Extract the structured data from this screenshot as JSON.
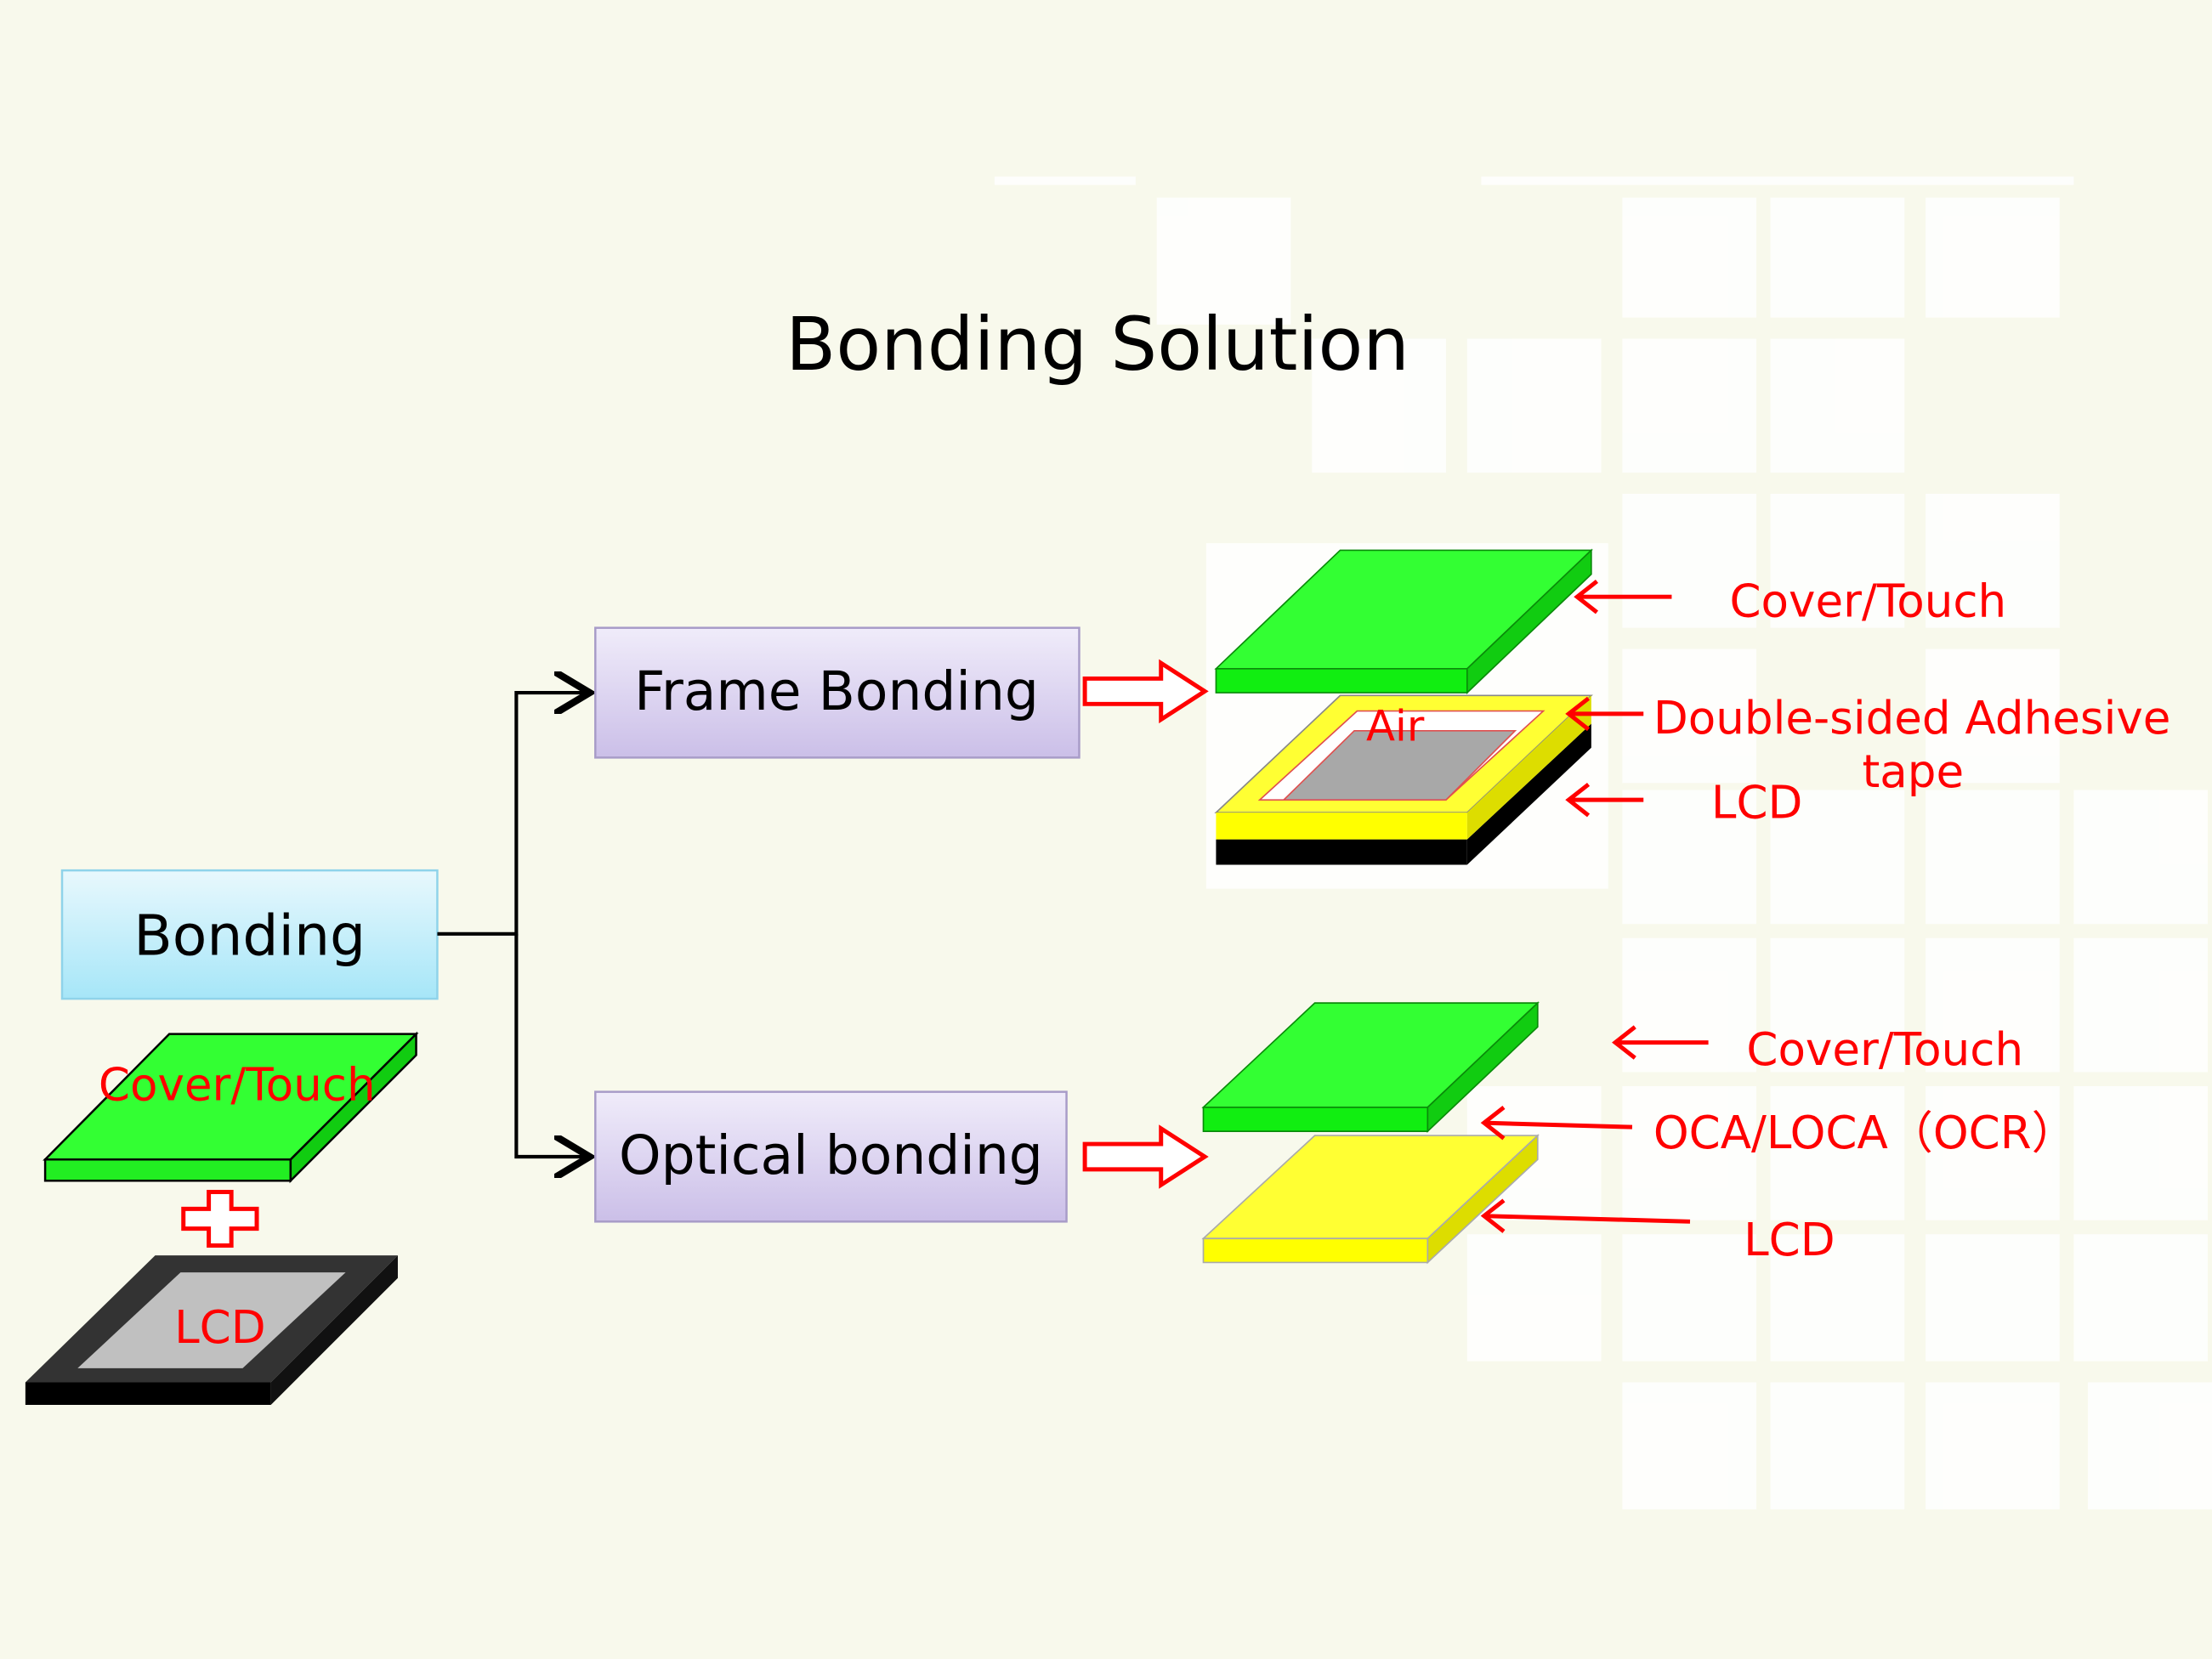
{
  "title": "Bonding Solution",
  "root": {
    "label": "Bonding"
  },
  "branches": [
    {
      "label": "Frame Bonding"
    },
    {
      "label": "Optical bonding"
    }
  ],
  "left_stack": {
    "top_label": "Cover/Touch",
    "bottom_label": "LCD"
  },
  "frame_stack": {
    "air_label": "Air",
    "labels": [
      "Cover/Touch",
      "Double-sided Adhesive",
      "tape",
      "LCD"
    ]
  },
  "optical_stack": {
    "labels": [
      "Cover/Touch",
      "OCA/LOCA（OCR）",
      "LCD"
    ]
  },
  "colors": {
    "background": "#f8f9ec",
    "green": "#33ff33",
    "yellow": "#ffff33",
    "annotation": "#ff0000",
    "box_root": "#b8ecfa",
    "box_branch": "#d8d0f0"
  }
}
